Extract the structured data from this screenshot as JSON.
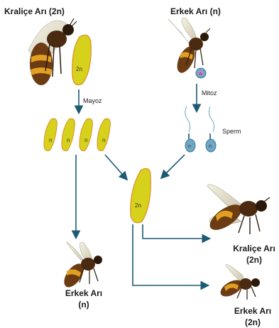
{
  "titles": {
    "queen_top": "Kraliçe Arı (2n)",
    "drone_top": "Erkek Arı (n)"
  },
  "process": {
    "meiosis": "Mayoz",
    "mitosis": "Mitoz",
    "sperm": "Sperm"
  },
  "cells": {
    "queen_cell": "2n",
    "egg_cells": [
      "n",
      "n",
      "n",
      "n"
    ],
    "drone_nucleus": "n",
    "sperm_cells": [
      "n",
      "n"
    ],
    "zygote": "2n"
  },
  "offspring": {
    "drone_line1": "Erkek Arı",
    "drone_line2": "(n)",
    "queen_line1": "Kraliçe Arı",
    "queen_line2": "(2n)",
    "worker_line1": "Erkek Arı",
    "worker_line2": "(2n)"
  },
  "colors": {
    "cell_fill": "#d6d11a",
    "cell_edge": "#e08a2c",
    "arrow": "#1d5a73",
    "sperm_fill": "#6fa6c4",
    "nucleus_fill": "#b889c9"
  }
}
